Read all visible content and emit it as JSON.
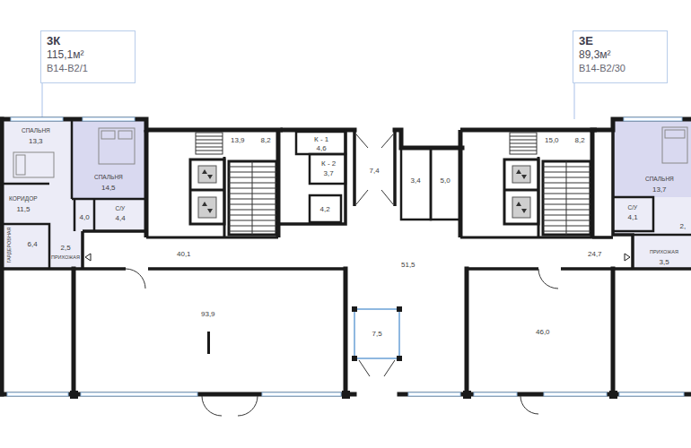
{
  "diagram": {
    "nodes": [
      {
        "text": [
          "3К",
          "115,1м²",
          "В14-В2/1"
        ]
      },
      {
        "text": [
          "3Е",
          "89,3м²",
          "В14-В2/30"
        ]
      }
    ],
    "labels": [
      "СПАЛЬНЯ",
      "13,3",
      "13,9",
      "8,2",
      "К - 1",
      "4,6",
      "15,0",
      "8,2",
      "К - 2",
      "3,7",
      "7,4",
      "СПАЛЬНЯ",
      "14,5",
      "3,4",
      "5,0",
      "СПАЛЬНЯ",
      "13,7",
      "КОРИДОР",
      "11,5",
      "С/У",
      "4,4",
      "4,0",
      "С/У",
      "4,1",
      "4,2",
      "2,",
      "6,4",
      "ГАРДЕРОБНАЯ",
      "2,5",
      "40,1",
      "24,7",
      "ПРИХОЖАЯ",
      "ПРИХОЖАЯ",
      "3,5",
      "51,5",
      "93,9",
      "46,0",
      "7,5"
    ]
  }
}
